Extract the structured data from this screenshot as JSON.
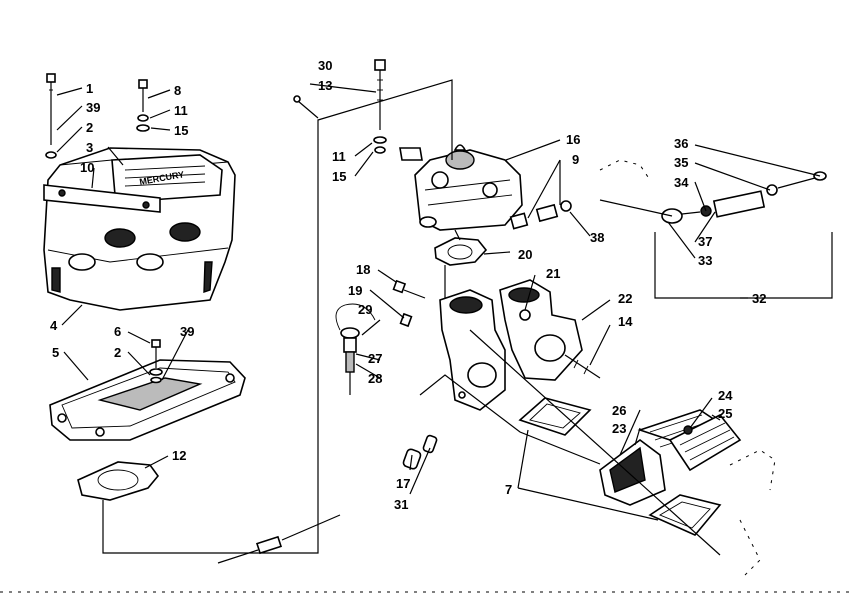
{
  "callouts": [
    "1",
    "39",
    "2",
    "3",
    "10",
    "8",
    "11",
    "15",
    "4",
    "6",
    "39",
    "2",
    "5",
    "12",
    "30",
    "13",
    "11",
    "15",
    "16",
    "9",
    "38",
    "20",
    "18",
    "19",
    "29",
    "27",
    "28",
    "21",
    "22",
    "14",
    "17",
    "31",
    "7",
    "26",
    "23",
    "24",
    "25",
    "36",
    "35",
    "34",
    "37",
    "33",
    "32"
  ],
  "decal_text": "MERCURY"
}
